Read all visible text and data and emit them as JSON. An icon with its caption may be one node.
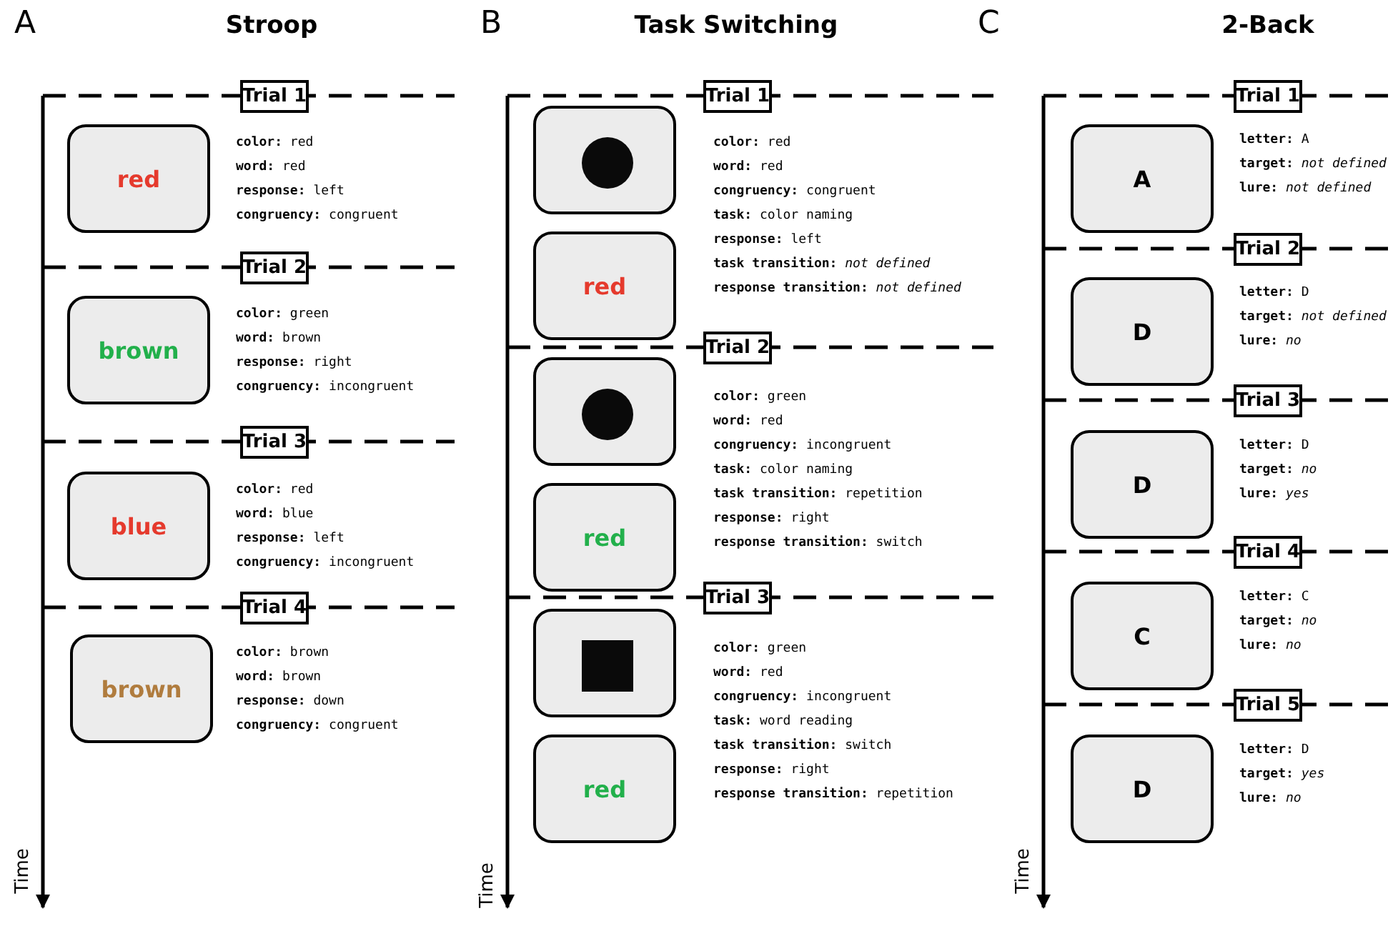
{
  "diagram": {
    "nodes": [
      {
        "text": [
          "Trial 1"
        ]
      },
      {
        "text": [
          "red"
        ],
        "beside": [
          "**color:** red",
          "**word:** red",
          "**response:** left",
          "**congruency:** congruent"
        ]
      },
      {
        "text": [
          "Trial 2"
        ]
      },
      {
        "text": [
          "brown"
        ],
        "beside": [
          "**color:** green",
          "**word:** brown",
          "**response:** right",
          "**congruency:** incongruent"
        ]
      },
      {
        "text": [
          "Trial 3"
        ]
      },
      {
        "text": [
          "blue"
        ],
        "beside": [
          "**color:** red",
          "**word:** blue",
          "**response:** left",
          "**congruency:** incongruent"
        ]
      },
      {
        "text": [
          "Trial 4"
        ]
      },
      {
        "text": [
          "brown"
        ],
        "beside": [
          "**color:** brown",
          "**word:** brown",
          "**response:** down",
          "**congruency:** congruent"
        ]
      },
      {
        "text": [
          "Trial 1"
        ]
      },
      {
        "text": [],
        "shape": "box",
        "beside": [
          "**color:** red",
          "**word:** red",
          "**congruency:** congruent",
          "**task:** color naming",
          "**response:** left",
          "**task transition:** *not defined*",
          "**response transition:** *not defined*"
        ]
      },
      {
        "text": [],
        "shape": "circle",
        "in": 9
      },
      {
        "text": [
          "red"
        ]
      },
      {
        "text": [
          "Trial 2"
        ]
      },
      {
        "text": [],
        "shape": "box",
        "beside": [
          "**color:** green",
          "**word:** red",
          "**congruency:** incongruent",
          "**task:** color naming",
          "**task transition:** repetition",
          "**response:** right",
          "**response transition:** switch"
        ]
      },
      {
        "text": [],
        "shape": "circle",
        "in": 13
      },
      {
        "text": [
          "red"
        ]
      },
      {
        "text": [
          "Trial 3"
        ]
      },
      {
        "text": [],
        "shape": "box",
        "beside": [
          "**color:** green",
          "**word:** red",
          "**congruency:** incongruent",
          "**task:** word reading",
          "**task transition:** switch",
          "**response:** right",
          "**response transition:** repetition"
        ]
      },
      {
        "text": [],
        "shape": "box",
        "in": 17
      },
      {
        "text": [
          "red"
        ]
      },
      {
        "text": [
          "Trial 1"
        ]
      },
      {
        "text": [
          "A"
        ],
        "beside": [
          "**letter:** A",
          "**target:** *not defined*",
          "**lure:** *not defined*"
        ]
      },
      {
        "text": [
          "Trial 2"
        ]
      },
      {
        "text": [
          "D"
        ],
        "beside": [
          "**letter:** D",
          "**target:** *not defined*",
          "**lure:** *no*"
        ]
      },
      {
        "text": [
          "Trial 3"
        ]
      },
      {
        "text": [
          "D"
        ],
        "beside": [
          "**letter:** D",
          "**target:** *no*",
          "**lure:** *yes*"
        ]
      },
      {
        "text": [
          "Trial 4"
        ]
      },
      {
        "text": [
          "C"
        ],
        "beside": [
          "**letter:** C",
          "**target:** *no*",
          "**lure:** *no*"
        ]
      },
      {
        "text": [
          "Trial 5"
        ]
      },
      {
        "text": [
          "D"
        ],
        "beside": [
          "**letter:** D",
          "**target:** *yes*",
          "**lure:** *no*"
        ]
      }
    ],
    "edges": [],
    "labels": [
      "A",
      "Stroop",
      "B",
      "Task Switching",
      "C",
      "2-Back",
      "Time",
      "Time",
      "Time"
    ]
  }
}
